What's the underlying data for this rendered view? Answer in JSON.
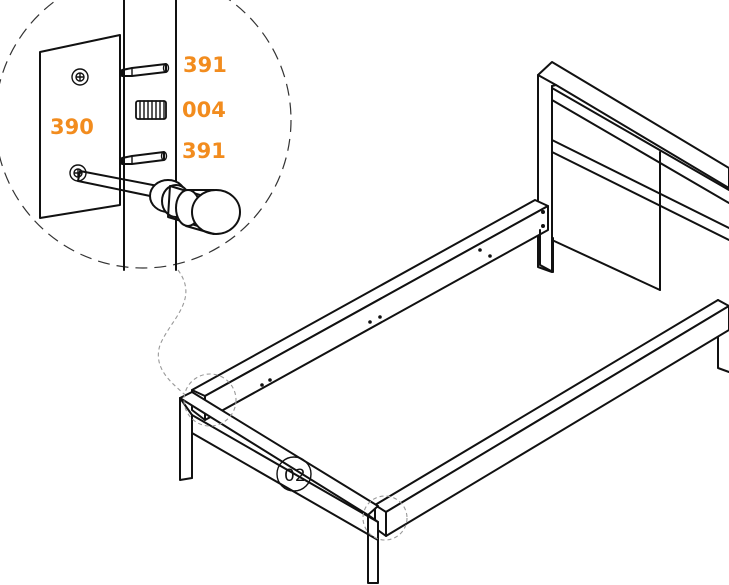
{
  "colors": {
    "label": "#f28c1e",
    "line": "#111111",
    "background": "#ffffff"
  },
  "detail": {
    "parts": [
      {
        "code": "391",
        "kind": "dowel-upper"
      },
      {
        "code": "004",
        "kind": "threaded-insert"
      },
      {
        "code": "390",
        "kind": "allen-bolt"
      },
      {
        "code": "391",
        "kind": "dowel-lower"
      }
    ]
  },
  "step": {
    "number": "02"
  }
}
